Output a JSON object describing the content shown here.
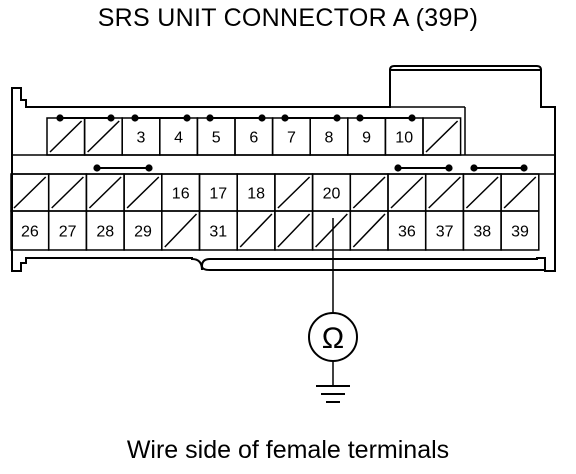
{
  "title": "SRS UNIT CONNECTOR A (39P)",
  "caption": "Wire side of female terminals",
  "meter_symbol": "Ω",
  "meter_icon": "ohmmeter-icon",
  "ground_icon": "ground-icon",
  "rows": [
    [
      {
        "label": ""
      },
      {
        "label": ""
      },
      {
        "label": "3"
      },
      {
        "label": "4"
      },
      {
        "label": "5"
      },
      {
        "label": "6"
      },
      {
        "label": "7"
      },
      {
        "label": "8"
      },
      {
        "label": "9"
      },
      {
        "label": "10"
      },
      {
        "label": ""
      }
    ],
    [
      {
        "label": ""
      },
      {
        "label": ""
      },
      {
        "label": ""
      },
      {
        "label": ""
      },
      {
        "label": "16"
      },
      {
        "label": "17"
      },
      {
        "label": "18"
      },
      {
        "label": ""
      },
      {
        "label": "20"
      },
      {
        "label": ""
      },
      {
        "label": ""
      },
      {
        "label": ""
      },
      {
        "label": ""
      },
      {
        "label": ""
      }
    ],
    [
      {
        "label": "26"
      },
      {
        "label": "27"
      },
      {
        "label": "28"
      },
      {
        "label": "29"
      },
      {
        "label": ""
      },
      {
        "label": "31"
      },
      {
        "label": ""
      },
      {
        "label": ""
      },
      {
        "label": ""
      },
      {
        "label": ""
      },
      {
        "label": "36"
      },
      {
        "label": "37"
      },
      {
        "label": "38"
      },
      {
        "label": "39"
      }
    ]
  ]
}
